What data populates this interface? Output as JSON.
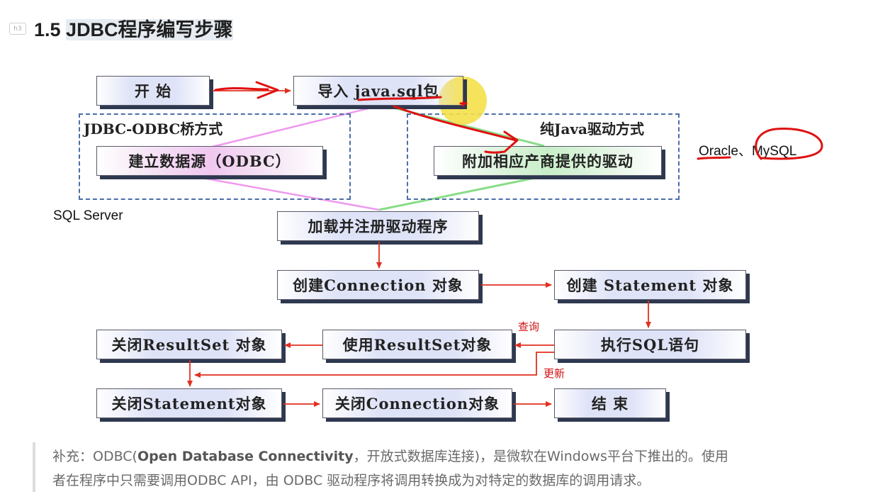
{
  "heading": {
    "badge": "h3",
    "number": "1.5 ",
    "title": "JDBC程序编写步骤"
  },
  "diagram": {
    "start": "开  始",
    "import_pkg": "导入 java.sql包",
    "jdbc_odbc_label": "JDBC-ODBC桥方式",
    "pure_java_label": "纯Java驱动方式",
    "odbc_source": "建立数据源（ODBC）",
    "vendor_driver": "附加相应产商提供的驱动",
    "load_driver": "加载并注册驱动程序",
    "create_connection": "创建Connection 对象",
    "create_statement": "创建 Statement 对象",
    "execute_sql": "执行SQL语句",
    "use_resultset": "使用ResultSet对象",
    "close_resultset": "关闭ResultSet 对象",
    "close_statement": "关闭Statement对象",
    "close_connection": "关闭Connection对象",
    "end": "结  束",
    "query_label": "查询",
    "update_label": "更新"
  },
  "annotations": {
    "sql_server": "SQL Server",
    "oracle_mysql": "Oracle、MySQL"
  },
  "note": {
    "prefix": "补充：ODBC(",
    "bold": "Open Database Connectivity",
    "line1_rest": "，开放式数据库连接)，是微软在Windows平台下推出的。使用",
    "line2": "者在程序中只需要调用ODBC API，由 ODBC 驱动程序将调用转换成为对特定的数据库的调用请求。"
  },
  "colors": {
    "flow_arrow": "#e03020",
    "pink_line": "#ee99ee",
    "green_line": "#88dd88",
    "dashed_border": "#4a6ea9",
    "pointer_highlight": "#f4e04a"
  }
}
